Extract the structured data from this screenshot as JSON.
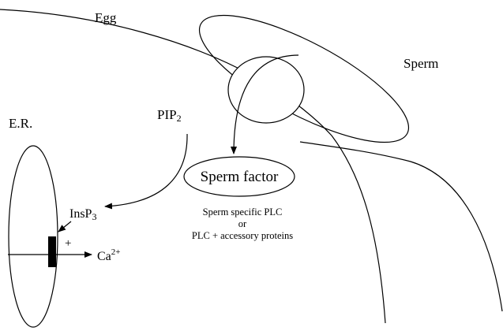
{
  "labels": {
    "egg": "Egg",
    "sperm": "Sperm",
    "er": "E.R.",
    "pip2_main": "PIP",
    "pip2_sub": "2",
    "sperm_factor": "Sperm factor",
    "insp3_main": "InsP",
    "insp3_sub": "3",
    "plus": "+",
    "ca_main": "Ca",
    "ca_sup": "2+",
    "plc_line1": "Sperm specific PLC",
    "plc_line2": "or",
    "plc_line3": "PLC + accessory proteins"
  }
}
